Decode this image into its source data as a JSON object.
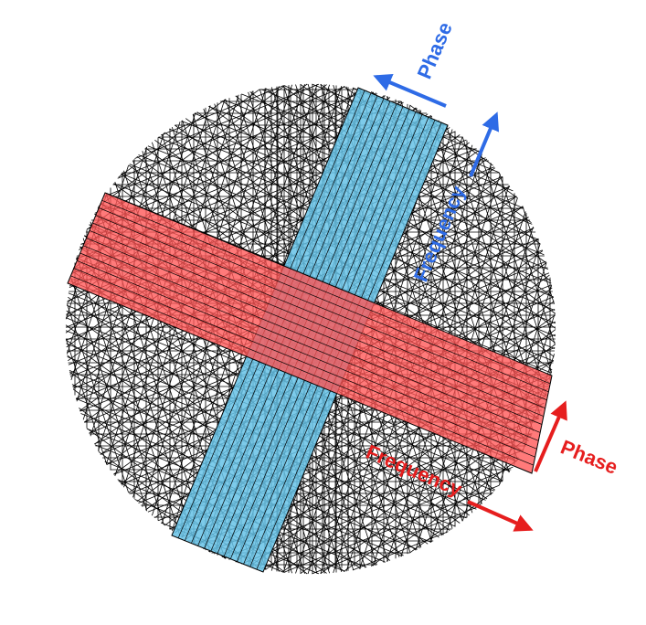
{
  "labels": {
    "blue_phase": "Phase",
    "blue_frequency": "Frequency",
    "red_phase": "Phase",
    "red_frequency": "Frequency"
  },
  "colors": {
    "blue_band_fill": "#66c2e6",
    "red_band_fill": "#ff5555",
    "blue_text": "#2e6be6",
    "red_text": "#e61e1e",
    "line": "#000000"
  },
  "icons": {
    "blue_phase_arrow": "arrow-icon",
    "blue_frequency_arrow": "arrow-icon",
    "red_phase_arrow": "arrow-icon",
    "red_frequency_arrow": "arrow-icon"
  }
}
